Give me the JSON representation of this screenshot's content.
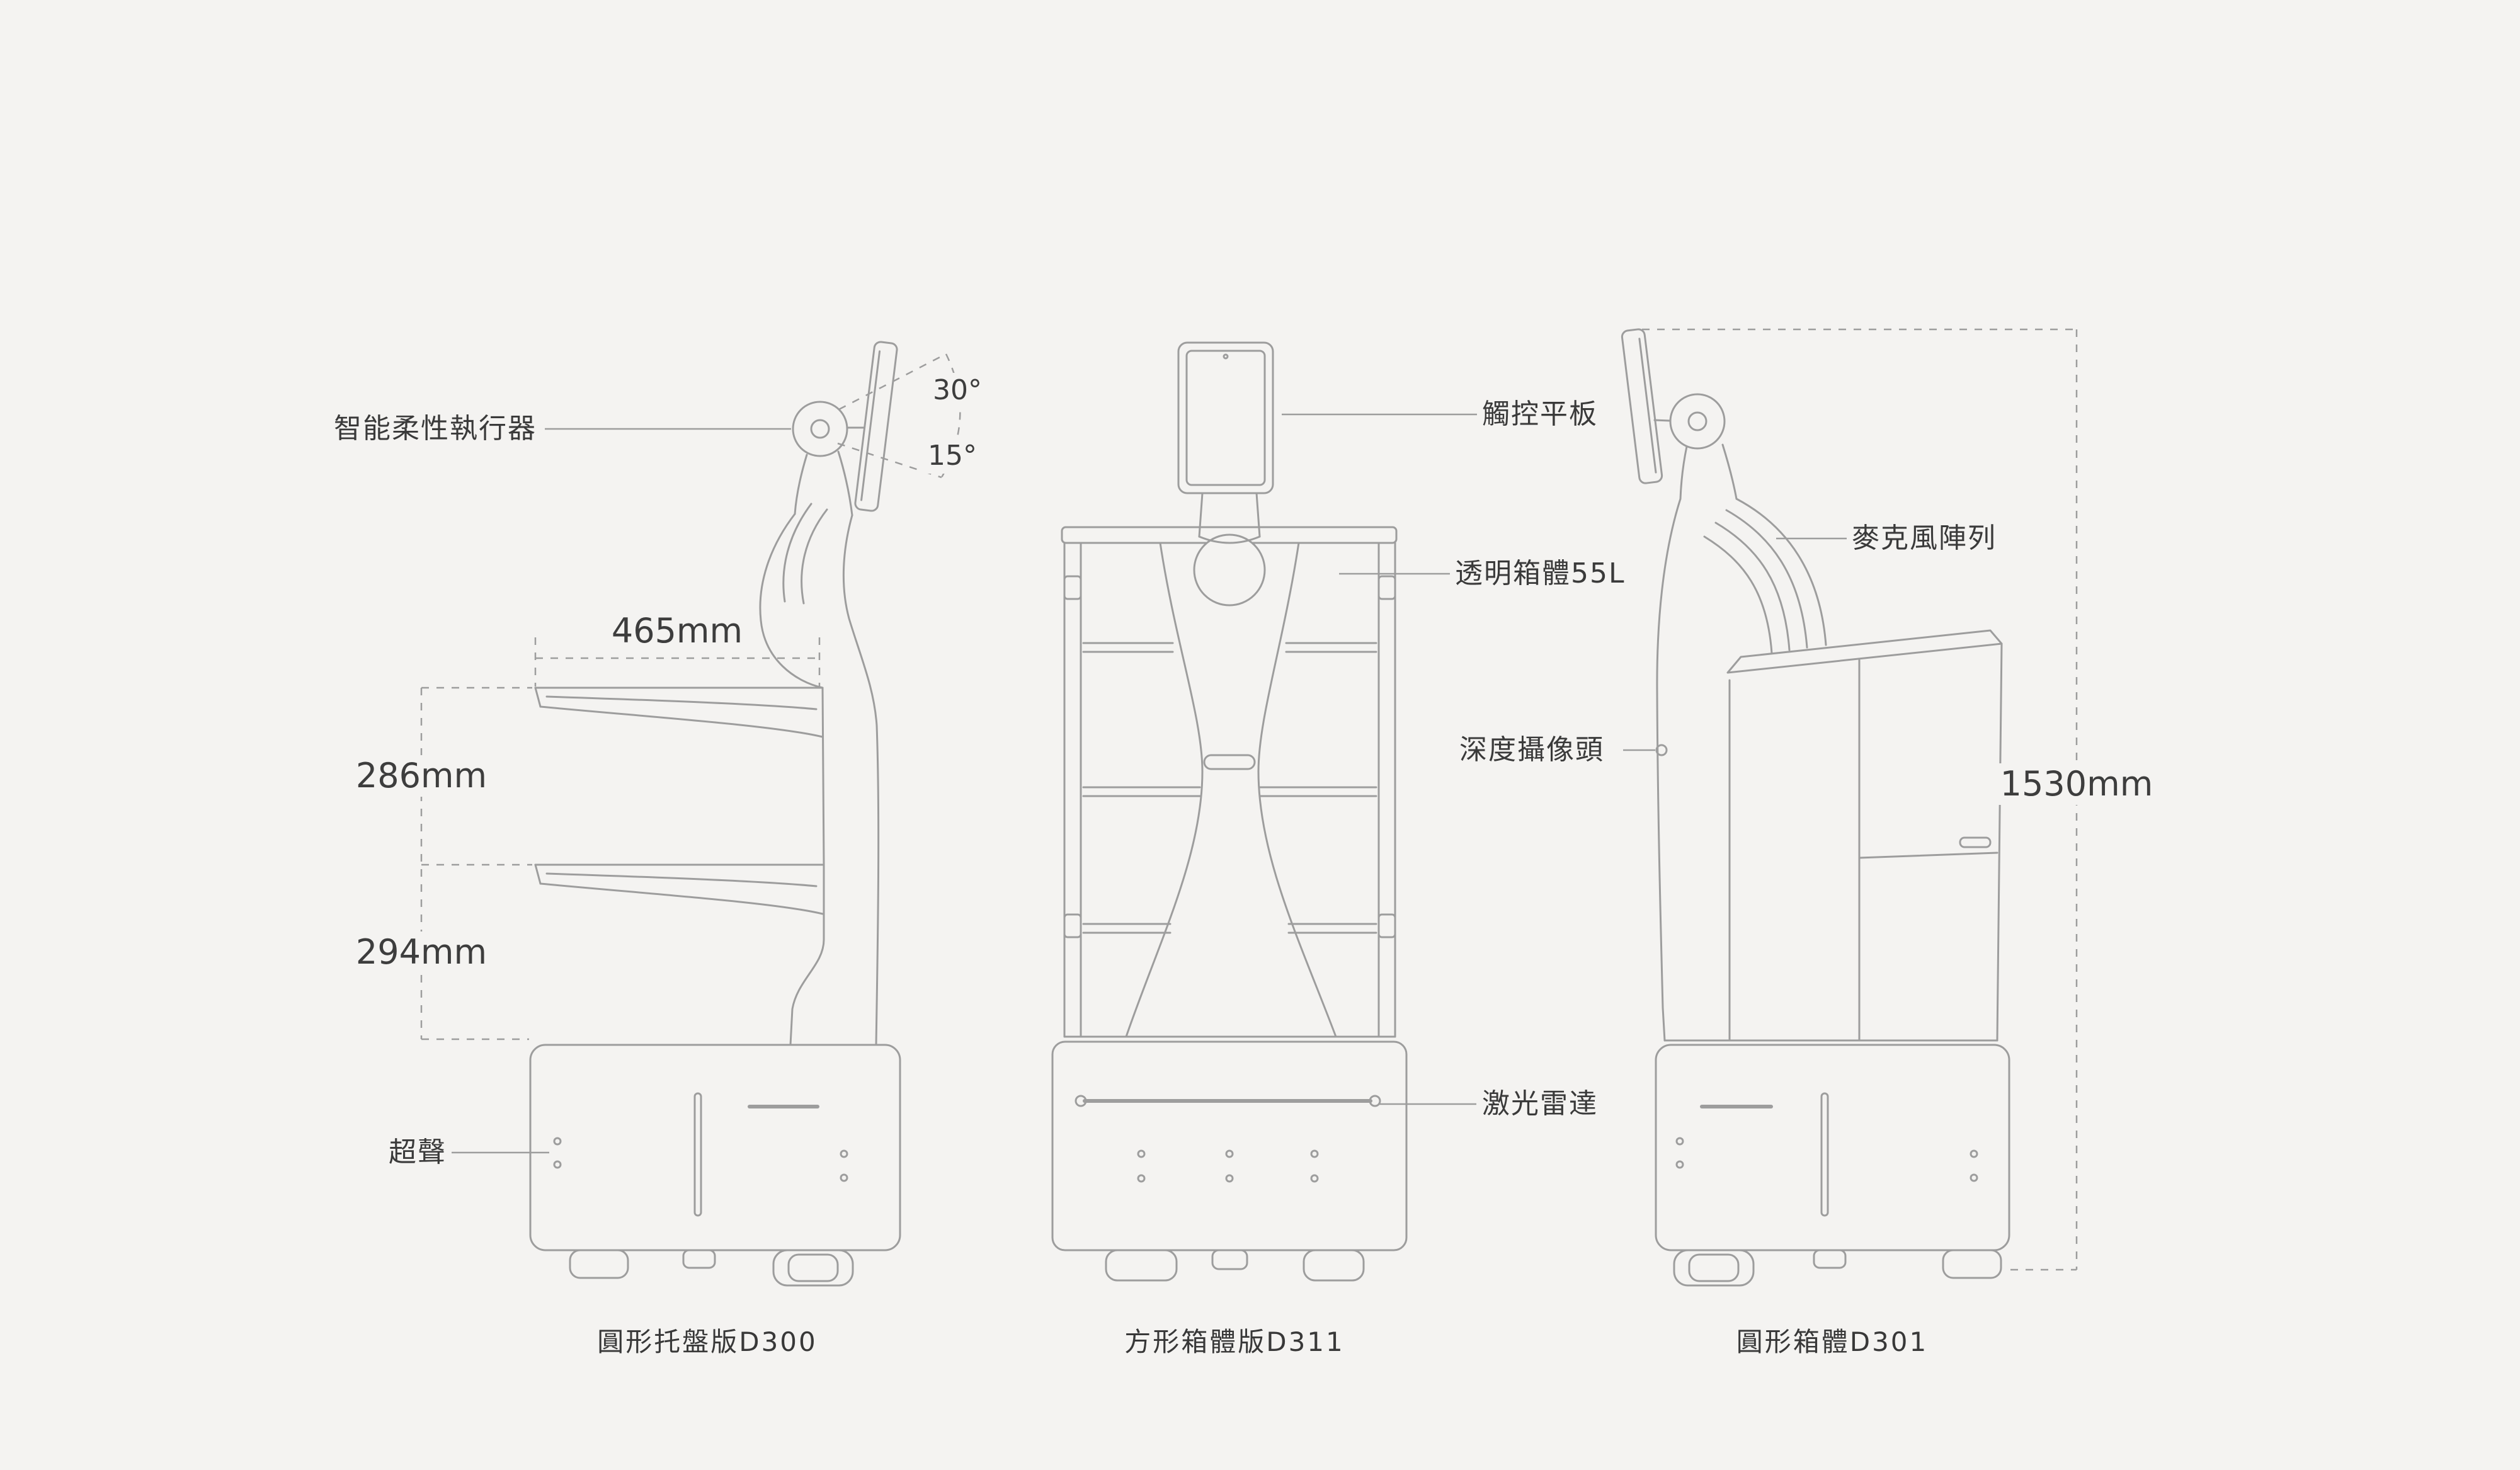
{
  "diagram": {
    "background": "#f4f3f1",
    "line_color": "#9d9d9d",
    "text_color": "#3a3a3a"
  },
  "labels": {
    "actuator": "智能柔性執行器",
    "angle_up": "30°",
    "angle_down": "15°",
    "ultrasonic": "超聲",
    "tablet": "觸控平板",
    "transparent_cabinet": "透明箱體55L",
    "depth_camera": "深度攝像頭",
    "lidar": "激光雷達",
    "mic_array": "麥克風陣列"
  },
  "dimensions": {
    "tray_width": "465mm",
    "upper_tray_gap": "286mm",
    "lower_tray_gap": "294mm",
    "total_height": "1530mm"
  },
  "captions": {
    "d300": "圓形托盤版D300",
    "d311": "方形箱體版D311",
    "d301": "圓形箱體D301"
  }
}
